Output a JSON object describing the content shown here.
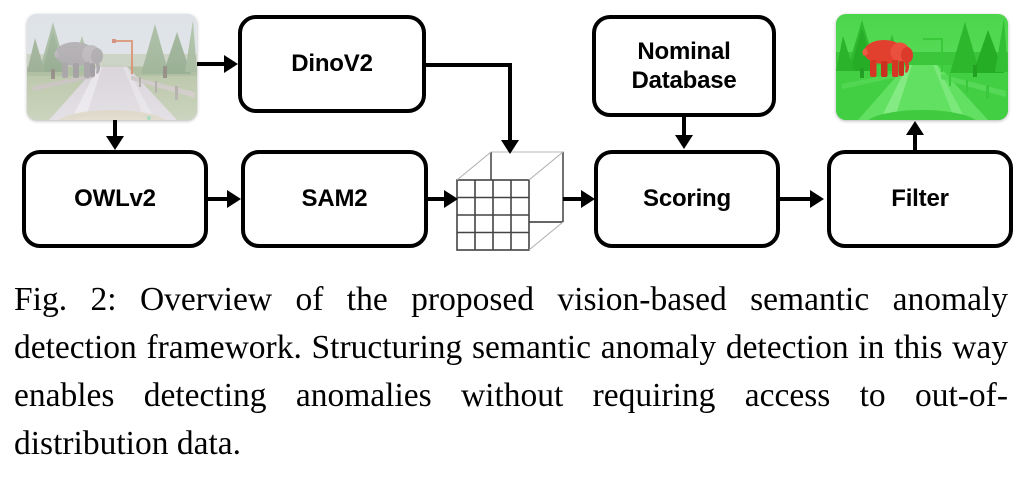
{
  "figure": {
    "caption": "Fig. 2: Overview of the proposed vision-based semantic anomaly detection framework. Structuring semantic anomaly detection in this way enables detecting anomalies without requiring access to out-of-distribution data.",
    "caption_label": "Fig. 2:",
    "figure_number": "2"
  },
  "diagram": {
    "type": "flowchart",
    "nodes": [
      {
        "id": "input-image",
        "label": "",
        "kind": "image-thumbnail",
        "description": "driving-scene-with-elephant"
      },
      {
        "id": "dinov2",
        "label": "DinoV2",
        "kind": "process"
      },
      {
        "id": "owlv2",
        "label": "OWLv2",
        "kind": "process"
      },
      {
        "id": "sam2",
        "label": "SAM2",
        "kind": "process"
      },
      {
        "id": "feature-cube",
        "label": "",
        "kind": "tensor-cube"
      },
      {
        "id": "nominal-database",
        "label": "Nominal Database",
        "kind": "data-store"
      },
      {
        "id": "scoring",
        "label": "Scoring",
        "kind": "process"
      },
      {
        "id": "filter",
        "label": "Filter",
        "kind": "process"
      },
      {
        "id": "output-image",
        "label": "",
        "kind": "image-thumbnail",
        "description": "segmented-scene-red-elephant-green-background"
      }
    ],
    "edges": [
      {
        "from": "input-image",
        "to": "dinov2"
      },
      {
        "from": "input-image",
        "to": "owlv2"
      },
      {
        "from": "owlv2",
        "to": "sam2"
      },
      {
        "from": "sam2",
        "to": "feature-cube"
      },
      {
        "from": "dinov2",
        "to": "feature-cube"
      },
      {
        "from": "feature-cube",
        "to": "scoring"
      },
      {
        "from": "nominal-database",
        "to": "scoring"
      },
      {
        "from": "scoring",
        "to": "filter"
      },
      {
        "from": "filter",
        "to": "output-image"
      }
    ],
    "colors": {
      "stroke": "#000000",
      "fill": "#ffffff",
      "anomaly_highlight": "#e2402f",
      "nominal_mask": "#3ad13a"
    }
  }
}
